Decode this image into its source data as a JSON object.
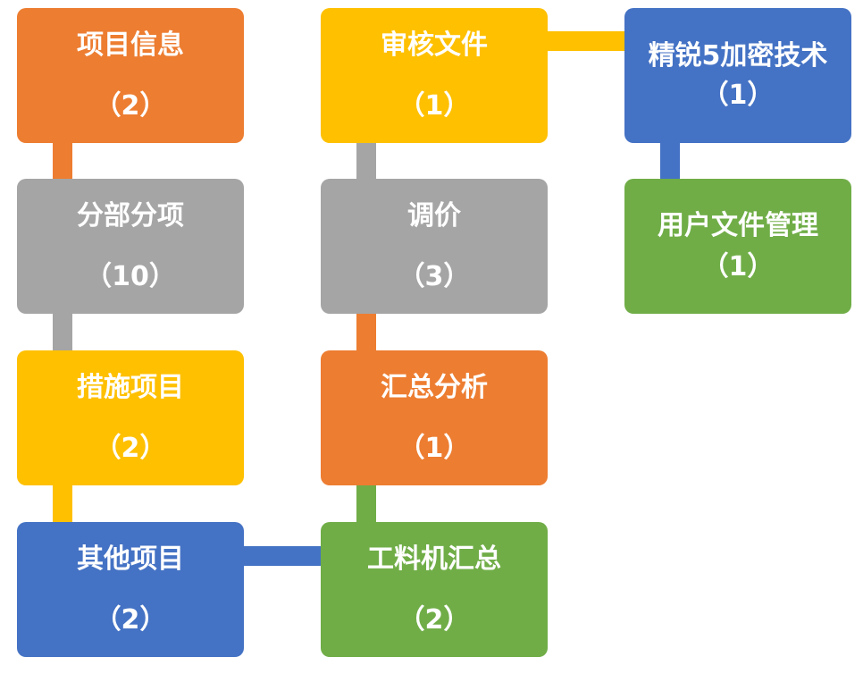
{
  "nodes": {
    "project_info": {
      "title": "项目信息",
      "count": "（2）",
      "color": "#ED7D31"
    },
    "sub_items": {
      "title": "分部分项",
      "count": "（10）",
      "color": "#A5A5A5"
    },
    "measure_items": {
      "title": "措施项目",
      "count": "（2）",
      "color": "#FFC000"
    },
    "other_items": {
      "title": "其他项目",
      "count": "（2）",
      "color": "#4472C4"
    },
    "review_files": {
      "title": "审核文件",
      "count": "（1）",
      "color": "#FFC000"
    },
    "price_adjust": {
      "title": "调价",
      "count": "（3）",
      "color": "#A5A5A5"
    },
    "summary_analysis": {
      "title": "汇总分析",
      "count": "（1）",
      "color": "#ED7D31"
    },
    "labor_material": {
      "title": "工料机汇总",
      "count": "（2）",
      "color": "#70AD47"
    },
    "encryption": {
      "title": "精锐5加密技术",
      "count": "（1）",
      "color": "#4472C4"
    },
    "user_file_mgmt": {
      "title": "用户文件管理",
      "count": "（1）",
      "color": "#70AD47"
    }
  },
  "connectors": [
    {
      "from": "项目信息",
      "to": "分部分项",
      "color": "#ED7D31"
    },
    {
      "from": "分部分项",
      "to": "措施项目",
      "color": "#A5A5A5"
    },
    {
      "from": "措施项目",
      "to": "其他项目",
      "color": "#FFC000"
    },
    {
      "from": "其他项目",
      "to": "工料机汇总",
      "color": "#4472C4"
    },
    {
      "from": "工料机汇总",
      "to": "汇总分析",
      "color": "#70AD47"
    },
    {
      "from": "汇总分析",
      "to": "调价",
      "color": "#ED7D31"
    },
    {
      "from": "调价",
      "to": "审核文件",
      "color": "#A5A5A5"
    },
    {
      "from": "审核文件",
      "to": "精锐5加密技术",
      "color": "#FFC000"
    },
    {
      "from": "精锐5加密技术",
      "to": "用户文件管理",
      "color": "#4472C4"
    }
  ]
}
